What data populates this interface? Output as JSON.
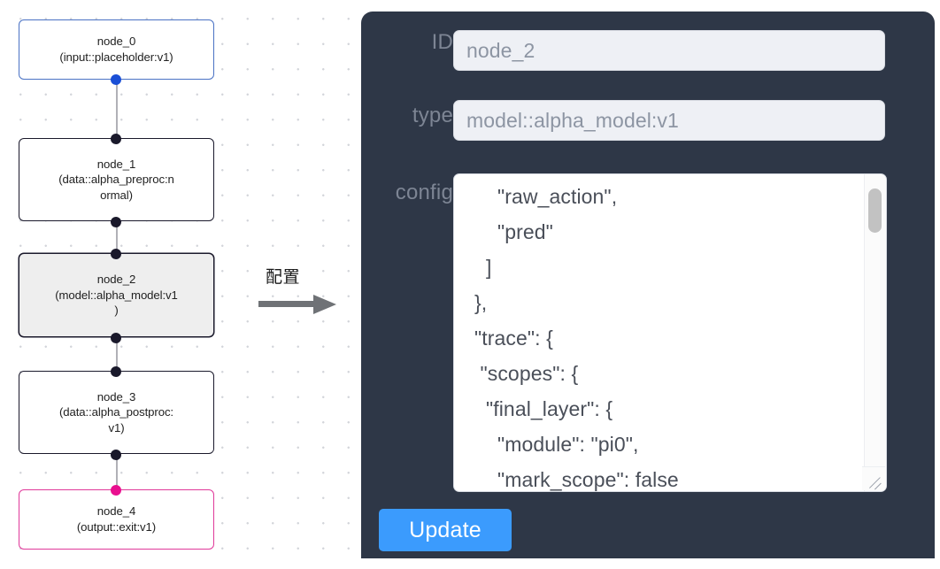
{
  "flow": {
    "nodes": [
      {
        "id": "node_0",
        "title": "node_0",
        "subtitle": "(input::placeholder:v1)",
        "label": "node_0\n(input::placeholder:v1)",
        "kind": "input",
        "selected": false
      },
      {
        "id": "node_1",
        "title": "node_1",
        "subtitle": "(data::alpha_preproc:normal)",
        "label": "node_1\n(data::alpha_preproc:n\normal)",
        "kind": "default",
        "selected": false
      },
      {
        "id": "node_2",
        "title": "node_2",
        "subtitle": "(model::alpha_model:v1)",
        "label": "node_2\n(model::alpha_model:v1\n)",
        "kind": "default",
        "selected": true
      },
      {
        "id": "node_3",
        "title": "node_3",
        "subtitle": "(data::alpha_postproc:v1)",
        "label": "node_3\n(data::alpha_postproc:\nv1)",
        "kind": "default",
        "selected": false
      },
      {
        "id": "node_4",
        "title": "node_4",
        "subtitle": "(output::exit:v1)",
        "label": "node_4\n(output::exit:v1)",
        "kind": "output",
        "selected": false
      }
    ],
    "colors": {
      "input_border": "#4a72c4",
      "output_border": "#e0399a",
      "default_border": "#1a192b",
      "selected_fill": "#eeeeee",
      "edge": "#b1b1b7",
      "handle_blue": "#1a4fd6",
      "handle_pink": "#e90f8f",
      "handle_dark": "#1a192b"
    }
  },
  "annotation": {
    "caption": "配置",
    "arrow_icon": "right-arrow-icon",
    "arrow_color": "#6f7276"
  },
  "panel": {
    "background": "#2e3747",
    "fields": {
      "id": {
        "label": "ID",
        "value": "node_2"
      },
      "type": {
        "label": "type",
        "value": "model::alpha_model:v1"
      },
      "config": {
        "label": "config",
        "value": "      \"raw_action\",\n      \"pred\"\n    ]\n  },\n  \"trace\": {\n   \"scopes\": {\n    \"final_layer\": {\n      \"module\": \"pi0\",\n      \"mark_scope\": false\n    },\n    \"action_model\": {"
      }
    },
    "update_button": {
      "label": "Update",
      "color": "#3b9bfd"
    }
  }
}
